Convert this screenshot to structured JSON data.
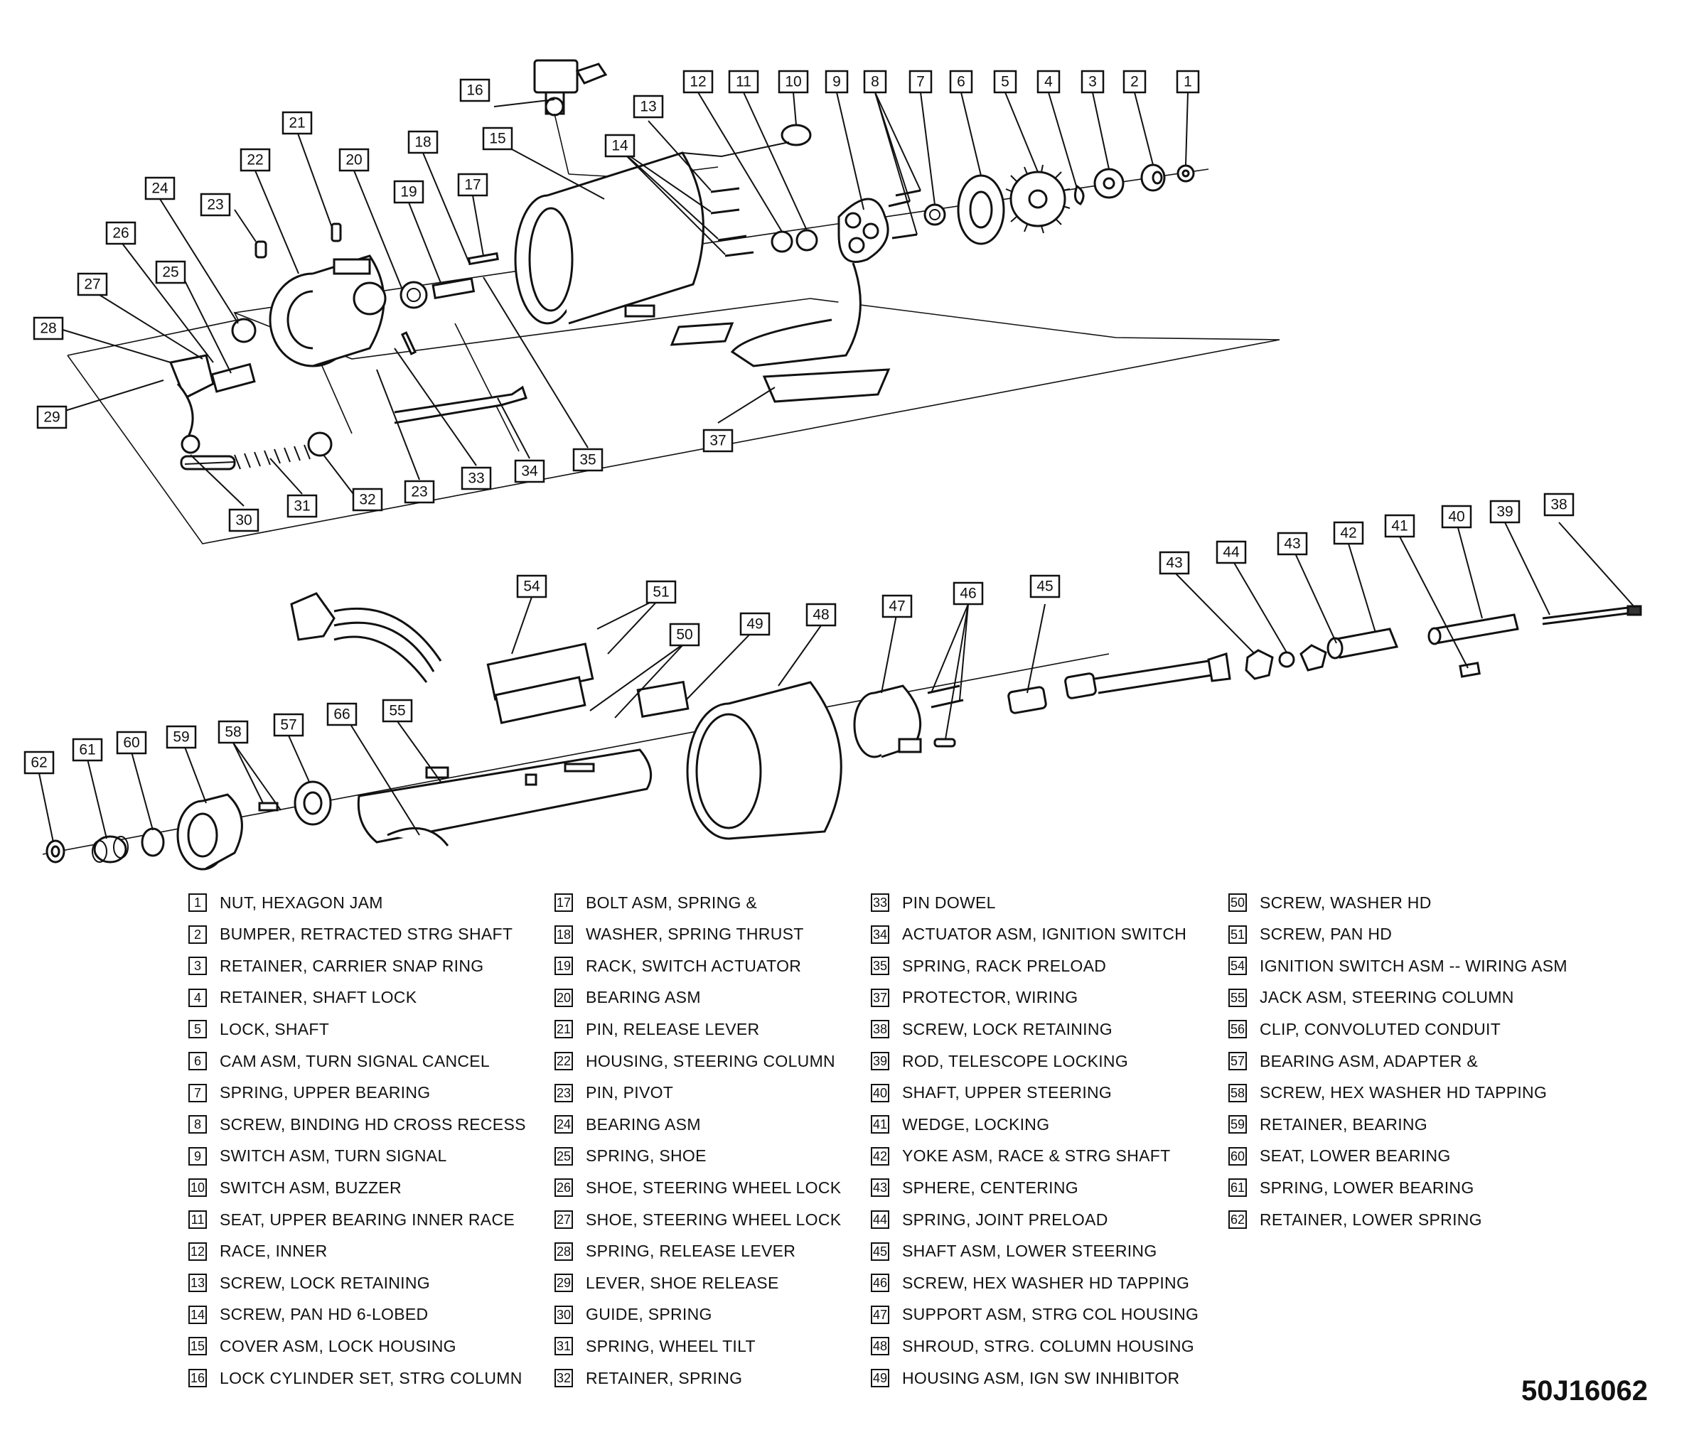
{
  "callouts": [
    "1",
    "2",
    "3",
    "4",
    "5",
    "6",
    "7",
    "8",
    "9",
    "10",
    "11",
    "12",
    "13",
    "14",
    "15",
    "16",
    "17",
    "18",
    "19",
    "20",
    "21",
    "22",
    "23",
    "24",
    "25",
    "26",
    "27",
    "28",
    "29",
    "30",
    "31",
    "32",
    "23",
    "33",
    "34",
    "35",
    "37",
    "38",
    "39",
    "40",
    "41",
    "42",
    "43",
    "43",
    "44",
    "45",
    "46",
    "47",
    "48",
    "49",
    "50",
    "51",
    "54",
    "55",
    "66",
    "57",
    "58",
    "59",
    "60",
    "61",
    "62"
  ],
  "legend": {
    "col1": [
      {
        "num": "1",
        "label": "NUT, HEXAGON JAM"
      },
      {
        "num": "2",
        "label": "BUMPER, RETRACTED STRG SHAFT"
      },
      {
        "num": "3",
        "label": "RETAINER, CARRIER SNAP RING"
      },
      {
        "num": "4",
        "label": "RETAINER, SHAFT LOCK"
      },
      {
        "num": "5",
        "label": "LOCK, SHAFT"
      },
      {
        "num": "6",
        "label": "CAM ASM, TURN SIGNAL CANCEL"
      },
      {
        "num": "7",
        "label": "SPRING, UPPER BEARING"
      },
      {
        "num": "8",
        "label": "SCREW, BINDING HD CROSS RECESS"
      },
      {
        "num": "9",
        "label": "SWITCH ASM, TURN SIGNAL"
      },
      {
        "num": "10",
        "label": "SWITCH ASM, BUZZER"
      },
      {
        "num": "11",
        "label": "SEAT, UPPER BEARING INNER RACE"
      },
      {
        "num": "12",
        "label": "RACE, INNER"
      },
      {
        "num": "13",
        "label": "SCREW, LOCK RETAINING"
      },
      {
        "num": "14",
        "label": "SCREW, PAN HD 6-LOBED"
      },
      {
        "num": "15",
        "label": "COVER ASM, LOCK HOUSING"
      },
      {
        "num": "16",
        "label": "LOCK CYLINDER SET, STRG COLUMN"
      }
    ],
    "col2": [
      {
        "num": "17",
        "label": "BOLT ASM, SPRING &"
      },
      {
        "num": "18",
        "label": "WASHER, SPRING THRUST"
      },
      {
        "num": "19",
        "label": "RACK, SWITCH ACTUATOR"
      },
      {
        "num": "20",
        "label": "BEARING ASM"
      },
      {
        "num": "21",
        "label": "PIN, RELEASE LEVER"
      },
      {
        "num": "22",
        "label": "HOUSING, STEERING COLUMN"
      },
      {
        "num": "23",
        "label": "PIN, PIVOT"
      },
      {
        "num": "24",
        "label": "BEARING ASM"
      },
      {
        "num": "25",
        "label": "SPRING, SHOE"
      },
      {
        "num": "26",
        "label": "SHOE, STEERING WHEEL LOCK"
      },
      {
        "num": "27",
        "label": "SHOE, STEERING WHEEL LOCK"
      },
      {
        "num": "28",
        "label": "SPRING, RELEASE LEVER"
      },
      {
        "num": "29",
        "label": "LEVER, SHOE RELEASE"
      },
      {
        "num": "30",
        "label": "GUIDE, SPRING"
      },
      {
        "num": "31",
        "label": "SPRING, WHEEL TILT"
      },
      {
        "num": "32",
        "label": "RETAINER, SPRING"
      }
    ],
    "col3": [
      {
        "num": "33",
        "label": "PIN DOWEL"
      },
      {
        "num": "34",
        "label": "ACTUATOR ASM, IGNITION SWITCH"
      },
      {
        "num": "35",
        "label": "SPRING, RACK PRELOAD"
      },
      {
        "num": "37",
        "label": "PROTECTOR, WIRING"
      },
      {
        "num": "38",
        "label": "SCREW, LOCK RETAINING"
      },
      {
        "num": "39",
        "label": "ROD, TELESCOPE LOCKING"
      },
      {
        "num": "40",
        "label": "SHAFT, UPPER STEERING"
      },
      {
        "num": "41",
        "label": "WEDGE, LOCKING"
      },
      {
        "num": "42",
        "label": "YOKE ASM, RACE & STRG SHAFT"
      },
      {
        "num": "43",
        "label": "SPHERE, CENTERING"
      },
      {
        "num": "44",
        "label": "SPRING, JOINT PRELOAD"
      },
      {
        "num": "45",
        "label": "SHAFT ASM, LOWER STEERING"
      },
      {
        "num": "46",
        "label": "SCREW, HEX WASHER HD TAPPING"
      },
      {
        "num": "47",
        "label": "SUPPORT ASM, STRG COL HOUSING"
      },
      {
        "num": "48",
        "label": "SHROUD, STRG. COLUMN HOUSING"
      },
      {
        "num": "49",
        "label": "HOUSING ASM, IGN SW INHIBITOR"
      }
    ],
    "col4": [
      {
        "num": "50",
        "label": "SCREW, WASHER HD"
      },
      {
        "num": "51",
        "label": "SCREW, PAN HD"
      },
      {
        "num": "54",
        "label": "IGNITION SWITCH ASM -- WIRING ASM"
      },
      {
        "num": "55",
        "label": "JACK ASM, STEERING COLUMN"
      },
      {
        "num": "56",
        "label": "CLIP, CONVOLUTED CONDUIT"
      },
      {
        "num": "57",
        "label": "BEARING ASM, ADAPTER &"
      },
      {
        "num": "58",
        "label": "SCREW, HEX WASHER HD TAPPING"
      },
      {
        "num": "59",
        "label": "RETAINER, BEARING"
      },
      {
        "num": "60",
        "label": "SEAT, LOWER BEARING"
      },
      {
        "num": "61",
        "label": "SPRING, LOWER BEARING"
      },
      {
        "num": "62",
        "label": "RETAINER, LOWER SPRING"
      }
    ]
  },
  "figure_id": "50J16062"
}
